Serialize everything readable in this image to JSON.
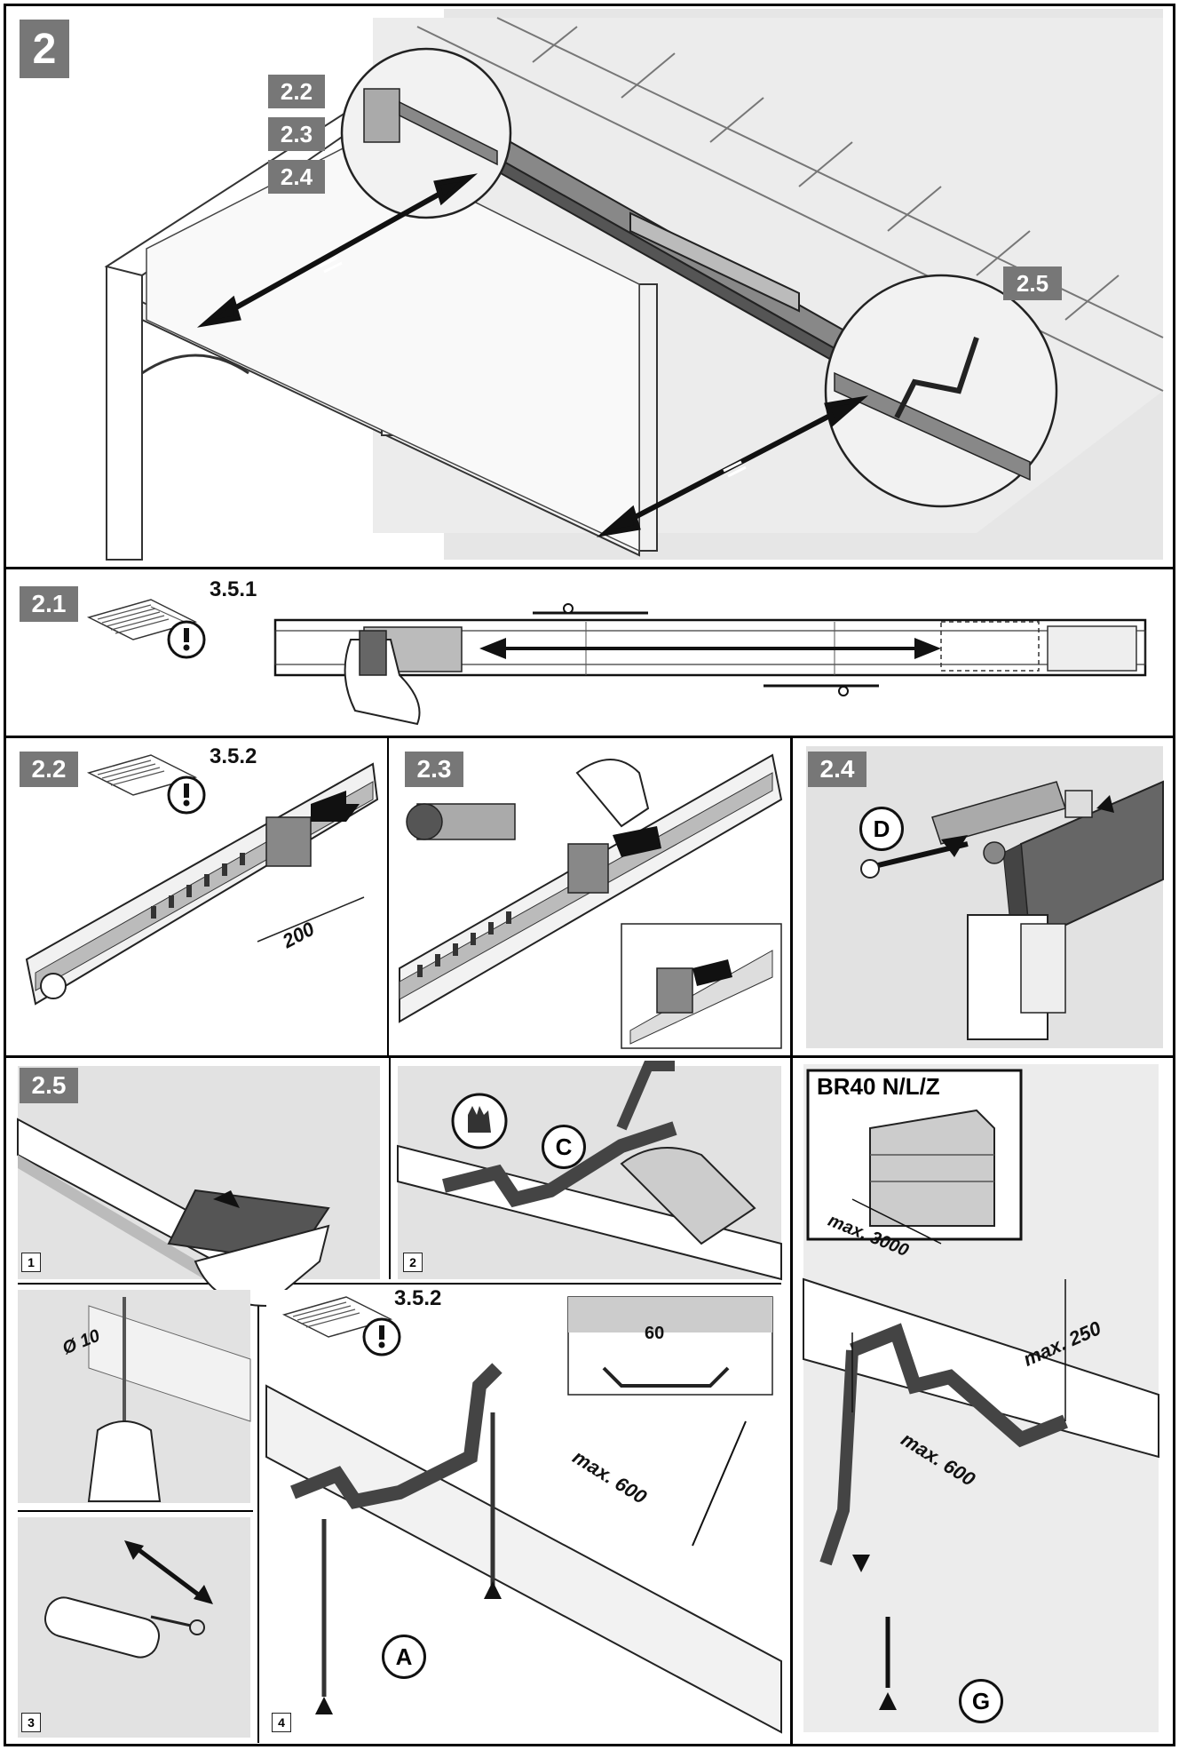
{
  "step": "2",
  "sections": {
    "s21": "2.1",
    "s22": "2.2",
    "s23": "2.3",
    "s24": "2.4",
    "s25": "2.5",
    "main_refs": [
      "2.2",
      "2.3",
      "2.4",
      "2.5"
    ]
  },
  "manual_refs": {
    "ref_351": "3.5.1",
    "ref_352a": "3.5.2",
    "ref_352b": "3.5.2"
  },
  "dimensions": {
    "d200": "200",
    "d10": "Ø 10",
    "d60": "60",
    "dmax600a": "max. 600",
    "dmax3000": "max. 3000",
    "dmax250": "max. 250",
    "dmax600b": "max. 600"
  },
  "letters": {
    "A": "A",
    "C": "C",
    "D": "D",
    "G": "G"
  },
  "step_numbers": [
    "1",
    "2",
    "3",
    "4"
  ],
  "model_label": "BR40 N/L/Z",
  "colors": {
    "tag_bg": "#777777",
    "border": "#000000",
    "illustration_gray": "#d9d9d9"
  },
  "icons": [
    "manual-warning-icon",
    "gloves-icon",
    "arrow-icon"
  ]
}
